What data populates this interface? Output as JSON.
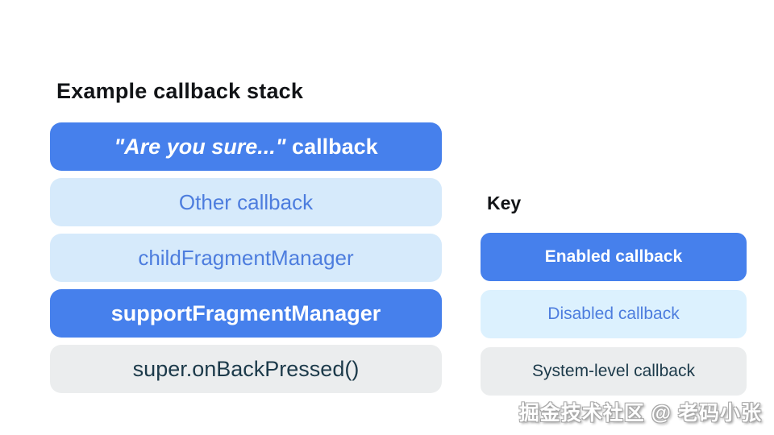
{
  "title": "Example callback stack",
  "colors": {
    "enabled_bg": "#4680EC",
    "enabled_text": "#FFFFFF",
    "disabled_bg": "#D6EAFB",
    "key_disabled_bg": "#DCF1FE",
    "disabled_text": "#4D7DDE",
    "system_bg": "#EBEDEE",
    "system_text": "#1C3A4A"
  },
  "stack": {
    "bars": [
      {
        "label": "\"Are you sure...\" callback",
        "quote": "\"Are you sure...\"",
        "rest": " callback",
        "type": "enabled"
      },
      {
        "label": "Other callback",
        "type": "disabled"
      },
      {
        "label": "childFragmentManager",
        "type": "disabled"
      },
      {
        "label": "supportFragmentManager",
        "type": "enabled"
      },
      {
        "label": "super.onBackPressed()",
        "type": "system"
      }
    ]
  },
  "key": {
    "heading": "Key",
    "items": [
      {
        "label": "Enabled callback",
        "type": "enabled"
      },
      {
        "label": "Disabled callback",
        "type": "disabled"
      },
      {
        "label": "System-level callback",
        "type": "system"
      }
    ]
  },
  "watermark": "掘金技术社区 @ 老码小张"
}
